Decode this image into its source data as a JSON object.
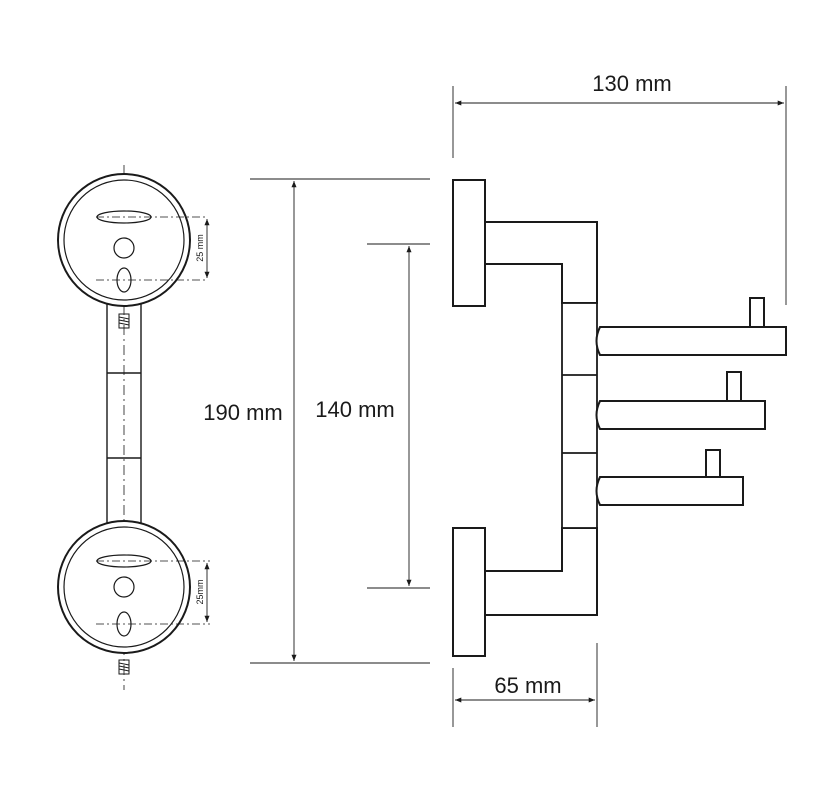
{
  "dimensions": {
    "total_width": "130 mm",
    "total_height": "190 mm",
    "hole_spacing": "140 mm",
    "depth": "65 mm",
    "slot_offset_top": "25 mm",
    "slot_offset_bottom": "25mm"
  },
  "colors": {
    "line": "#1a1a1a",
    "background": "#ffffff"
  }
}
